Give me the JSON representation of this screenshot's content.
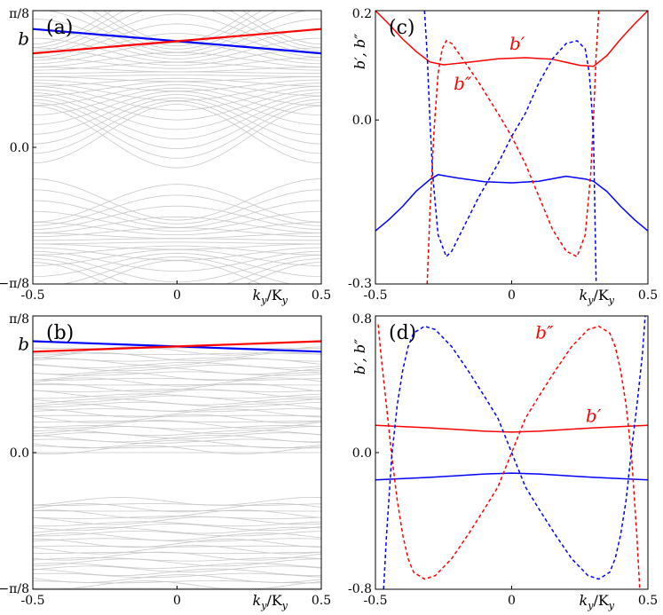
{
  "chart_data": [
    {
      "type": "line",
      "panel_label": "(a)",
      "xlabel": "k_y/K_y",
      "ylabel": "",
      "xlim": [
        -0.5,
        0.5
      ],
      "ylim": [
        -0.3927,
        0.3927
      ],
      "xticks": [
        "-0.5",
        "0",
        "0.5"
      ],
      "yticks": [
        "π/8",
        "0.0",
        "−π/8"
      ],
      "ytick_values": [
        0.3927,
        0.0,
        -0.3927
      ],
      "annotations": [
        {
          "text": "b",
          "x": -0.52,
          "y": 0.31,
          "color": "#000000"
        }
      ],
      "background_bands": {
        "color": "#c8c8c8",
        "groups": [
          {
            "ylo": 0.03,
            "yhi": 0.39,
            "count": 40,
            "mode": "xcross"
          },
          {
            "ylo": -0.39,
            "yhi": -0.15,
            "count": 24,
            "mode": "xcross"
          }
        ]
      },
      "series": [
        {
          "color": "#0000ff",
          "style": "solid",
          "x": [
            -0.5,
            0.5
          ],
          "y": [
            0.34,
            0.27
          ]
        },
        {
          "color": "#ff0000",
          "style": "solid",
          "x": [
            -0.5,
            0.5
          ],
          "y": [
            0.27,
            0.34
          ]
        }
      ]
    },
    {
      "type": "line",
      "panel_label": "(b)",
      "xlabel": "k_y/K_y",
      "ylabel": "",
      "xlim": [
        -0.5,
        0.5
      ],
      "ylim": [
        -0.3927,
        0.3927
      ],
      "xticks": [
        "-0.5",
        "0",
        "0.5"
      ],
      "yticks": [
        "π/8",
        "0.0",
        "−π/8"
      ],
      "ytick_values": [
        0.3927,
        0.0,
        -0.3927
      ],
      "annotations": [
        {
          "text": "b",
          "x": -0.52,
          "y": 0.31,
          "color": "#000000"
        }
      ],
      "background_bands": {
        "color": "#c8c8c8",
        "groups": [
          {
            "ylo": 0.0,
            "yhi": 0.3,
            "count": 38,
            "mode": "wavy"
          },
          {
            "ylo": -0.39,
            "yhi": -0.14,
            "count": 28,
            "mode": "wavy"
          }
        ]
      },
      "series": [
        {
          "color": "#0000ff",
          "style": "solid",
          "x": [
            -0.5,
            0.5
          ],
          "y": [
            0.32,
            0.29
          ]
        },
        {
          "color": "#ff0000",
          "style": "solid",
          "x": [
            -0.5,
            0.5
          ],
          "y": [
            0.29,
            0.32
          ]
        }
      ]
    },
    {
      "type": "line",
      "panel_label": "(c)",
      "xlabel": "k_y/K_y",
      "ylabel": "b′, b″",
      "xlim": [
        -0.5,
        0.5
      ],
      "ylim": [
        -0.3,
        0.2
      ],
      "xticks": [
        "-0.5",
        "0",
        "0.5"
      ],
      "yticks": [
        "0.2",
        "0.0",
        "-0.3"
      ],
      "ytick_values": [
        0.2,
        0.0,
        -0.3
      ],
      "annotations": [
        {
          "text": "b′",
          "x": 0.02,
          "y": 0.138,
          "color": "#ff0000"
        },
        {
          "text": "b″",
          "x": -0.18,
          "y": 0.065,
          "color": "#ff0000"
        }
      ],
      "series": [
        {
          "color": "#ff0000",
          "style": "solid",
          "x": [
            -0.5,
            -0.45,
            -0.4,
            -0.35,
            -0.3,
            -0.25,
            -0.15,
            -0.05,
            0.05,
            0.15,
            0.25,
            0.3,
            0.35,
            0.4,
            0.45,
            0.5
          ],
          "y": [
            0.2,
            0.175,
            0.148,
            0.125,
            0.106,
            0.101,
            0.106,
            0.112,
            0.114,
            0.111,
            0.1,
            0.098,
            0.118,
            0.148,
            0.175,
            0.2
          ]
        },
        {
          "color": "#0000ff",
          "style": "solid",
          "x": [
            -0.5,
            -0.45,
            -0.4,
            -0.35,
            -0.3,
            -0.27,
            -0.2,
            -0.1,
            0.0,
            0.1,
            0.2,
            0.27,
            0.3,
            0.35,
            0.4,
            0.45,
            0.5
          ],
          "y": [
            -0.203,
            -0.182,
            -0.158,
            -0.13,
            -0.109,
            -0.1,
            -0.106,
            -0.113,
            -0.115,
            -0.112,
            -0.103,
            -0.108,
            -0.112,
            -0.131,
            -0.158,
            -0.182,
            -0.203
          ]
        },
        {
          "color": "#ff0000",
          "style": "dashed",
          "x": [
            -0.31,
            -0.3,
            -0.285,
            -0.27,
            -0.255,
            -0.24,
            -0.22,
            -0.18,
            -0.12,
            -0.05,
            0.0,
            0.05,
            0.1,
            0.15,
            0.2,
            0.24,
            0.27,
            0.29,
            0.3,
            0.31,
            0.32
          ],
          "y": [
            -0.3,
            -0.17,
            -0.02,
            0.085,
            0.13,
            0.145,
            0.14,
            0.112,
            0.068,
            0.012,
            -0.03,
            -0.08,
            -0.14,
            -0.2,
            -0.24,
            -0.25,
            -0.21,
            -0.1,
            0.0,
            0.12,
            0.2
          ]
        },
        {
          "color": "#0000ff",
          "style": "dashed",
          "x": [
            -0.32,
            -0.31,
            -0.3,
            -0.29,
            -0.27,
            -0.24,
            -0.22,
            -0.18,
            -0.12,
            -0.05,
            0.0,
            0.05,
            0.1,
            0.15,
            0.2,
            0.24,
            0.27,
            0.285,
            0.3,
            0.31
          ],
          "y": [
            0.2,
            0.12,
            0.0,
            -0.1,
            -0.21,
            -0.25,
            -0.24,
            -0.2,
            -0.14,
            -0.08,
            -0.03,
            0.012,
            0.068,
            0.112,
            0.14,
            0.145,
            0.13,
            0.085,
            -0.02,
            -0.3
          ]
        }
      ]
    },
    {
      "type": "line",
      "panel_label": "(d)",
      "xlabel": "k_y/K_y",
      "ylabel": "b′, b″",
      "xlim": [
        -0.5,
        0.5
      ],
      "ylim": [
        -0.8,
        0.8
      ],
      "xticks": [
        "-0.5",
        "0",
        "0.5"
      ],
      "yticks": [
        "0.8",
        "0.0",
        "-0.8"
      ],
      "ytick_values": [
        0.8,
        0.0,
        -0.8
      ],
      "annotations": [
        {
          "text": "b″",
          "x": 0.12,
          "y": 0.7,
          "color": "#ff0000"
        },
        {
          "text": "b′",
          "x": 0.3,
          "y": 0.21,
          "color": "#ff0000"
        }
      ],
      "series": [
        {
          "color": "#ff0000",
          "style": "solid",
          "x": [
            -0.5,
            -0.3,
            -0.1,
            0.0,
            0.1,
            0.3,
            0.5
          ],
          "y": [
            0.16,
            0.145,
            0.125,
            0.12,
            0.125,
            0.145,
            0.16
          ]
        },
        {
          "color": "#0000ff",
          "style": "solid",
          "x": [
            -0.5,
            -0.3,
            -0.1,
            0.0,
            0.1,
            0.3,
            0.5
          ],
          "y": [
            -0.16,
            -0.145,
            -0.125,
            -0.12,
            -0.125,
            -0.145,
            -0.16
          ]
        },
        {
          "color": "#ff0000",
          "style": "dashed",
          "x": [
            -0.49,
            -0.48,
            -0.46,
            -0.44,
            -0.42,
            -0.4,
            -0.38,
            -0.36,
            -0.32,
            -0.28,
            -0.22,
            -0.16,
            -0.1,
            -0.05,
            0.0,
            0.05,
            0.1,
            0.16,
            0.22,
            0.28,
            0.32,
            0.36,
            0.38,
            0.4,
            0.42,
            0.44,
            0.46,
            0.47
          ],
          "y": [
            0.75,
            0.58,
            0.28,
            -0.02,
            -0.28,
            -0.48,
            -0.62,
            -0.7,
            -0.74,
            -0.72,
            -0.62,
            -0.48,
            -0.33,
            -0.2,
            0.0,
            0.2,
            0.33,
            0.48,
            0.62,
            0.72,
            0.74,
            0.7,
            0.62,
            0.48,
            0.28,
            -0.02,
            -0.5,
            -0.8
          ]
        },
        {
          "color": "#0000ff",
          "style": "dashed",
          "x": [
            -0.47,
            -0.46,
            -0.44,
            -0.42,
            -0.4,
            -0.38,
            -0.36,
            -0.32,
            -0.28,
            -0.22,
            -0.16,
            -0.1,
            -0.05,
            0.0,
            0.05,
            0.1,
            0.16,
            0.22,
            0.28,
            0.32,
            0.36,
            0.38,
            0.4,
            0.42,
            0.44,
            0.46,
            0.48,
            0.49
          ],
          "y": [
            -0.8,
            -0.5,
            -0.02,
            0.28,
            0.48,
            0.62,
            0.7,
            0.74,
            0.72,
            0.62,
            0.48,
            0.33,
            0.2,
            0.0,
            -0.2,
            -0.33,
            -0.48,
            -0.62,
            -0.72,
            -0.74,
            -0.7,
            -0.62,
            -0.48,
            -0.28,
            0.02,
            0.28,
            0.58,
            0.8
          ]
        }
      ]
    }
  ]
}
